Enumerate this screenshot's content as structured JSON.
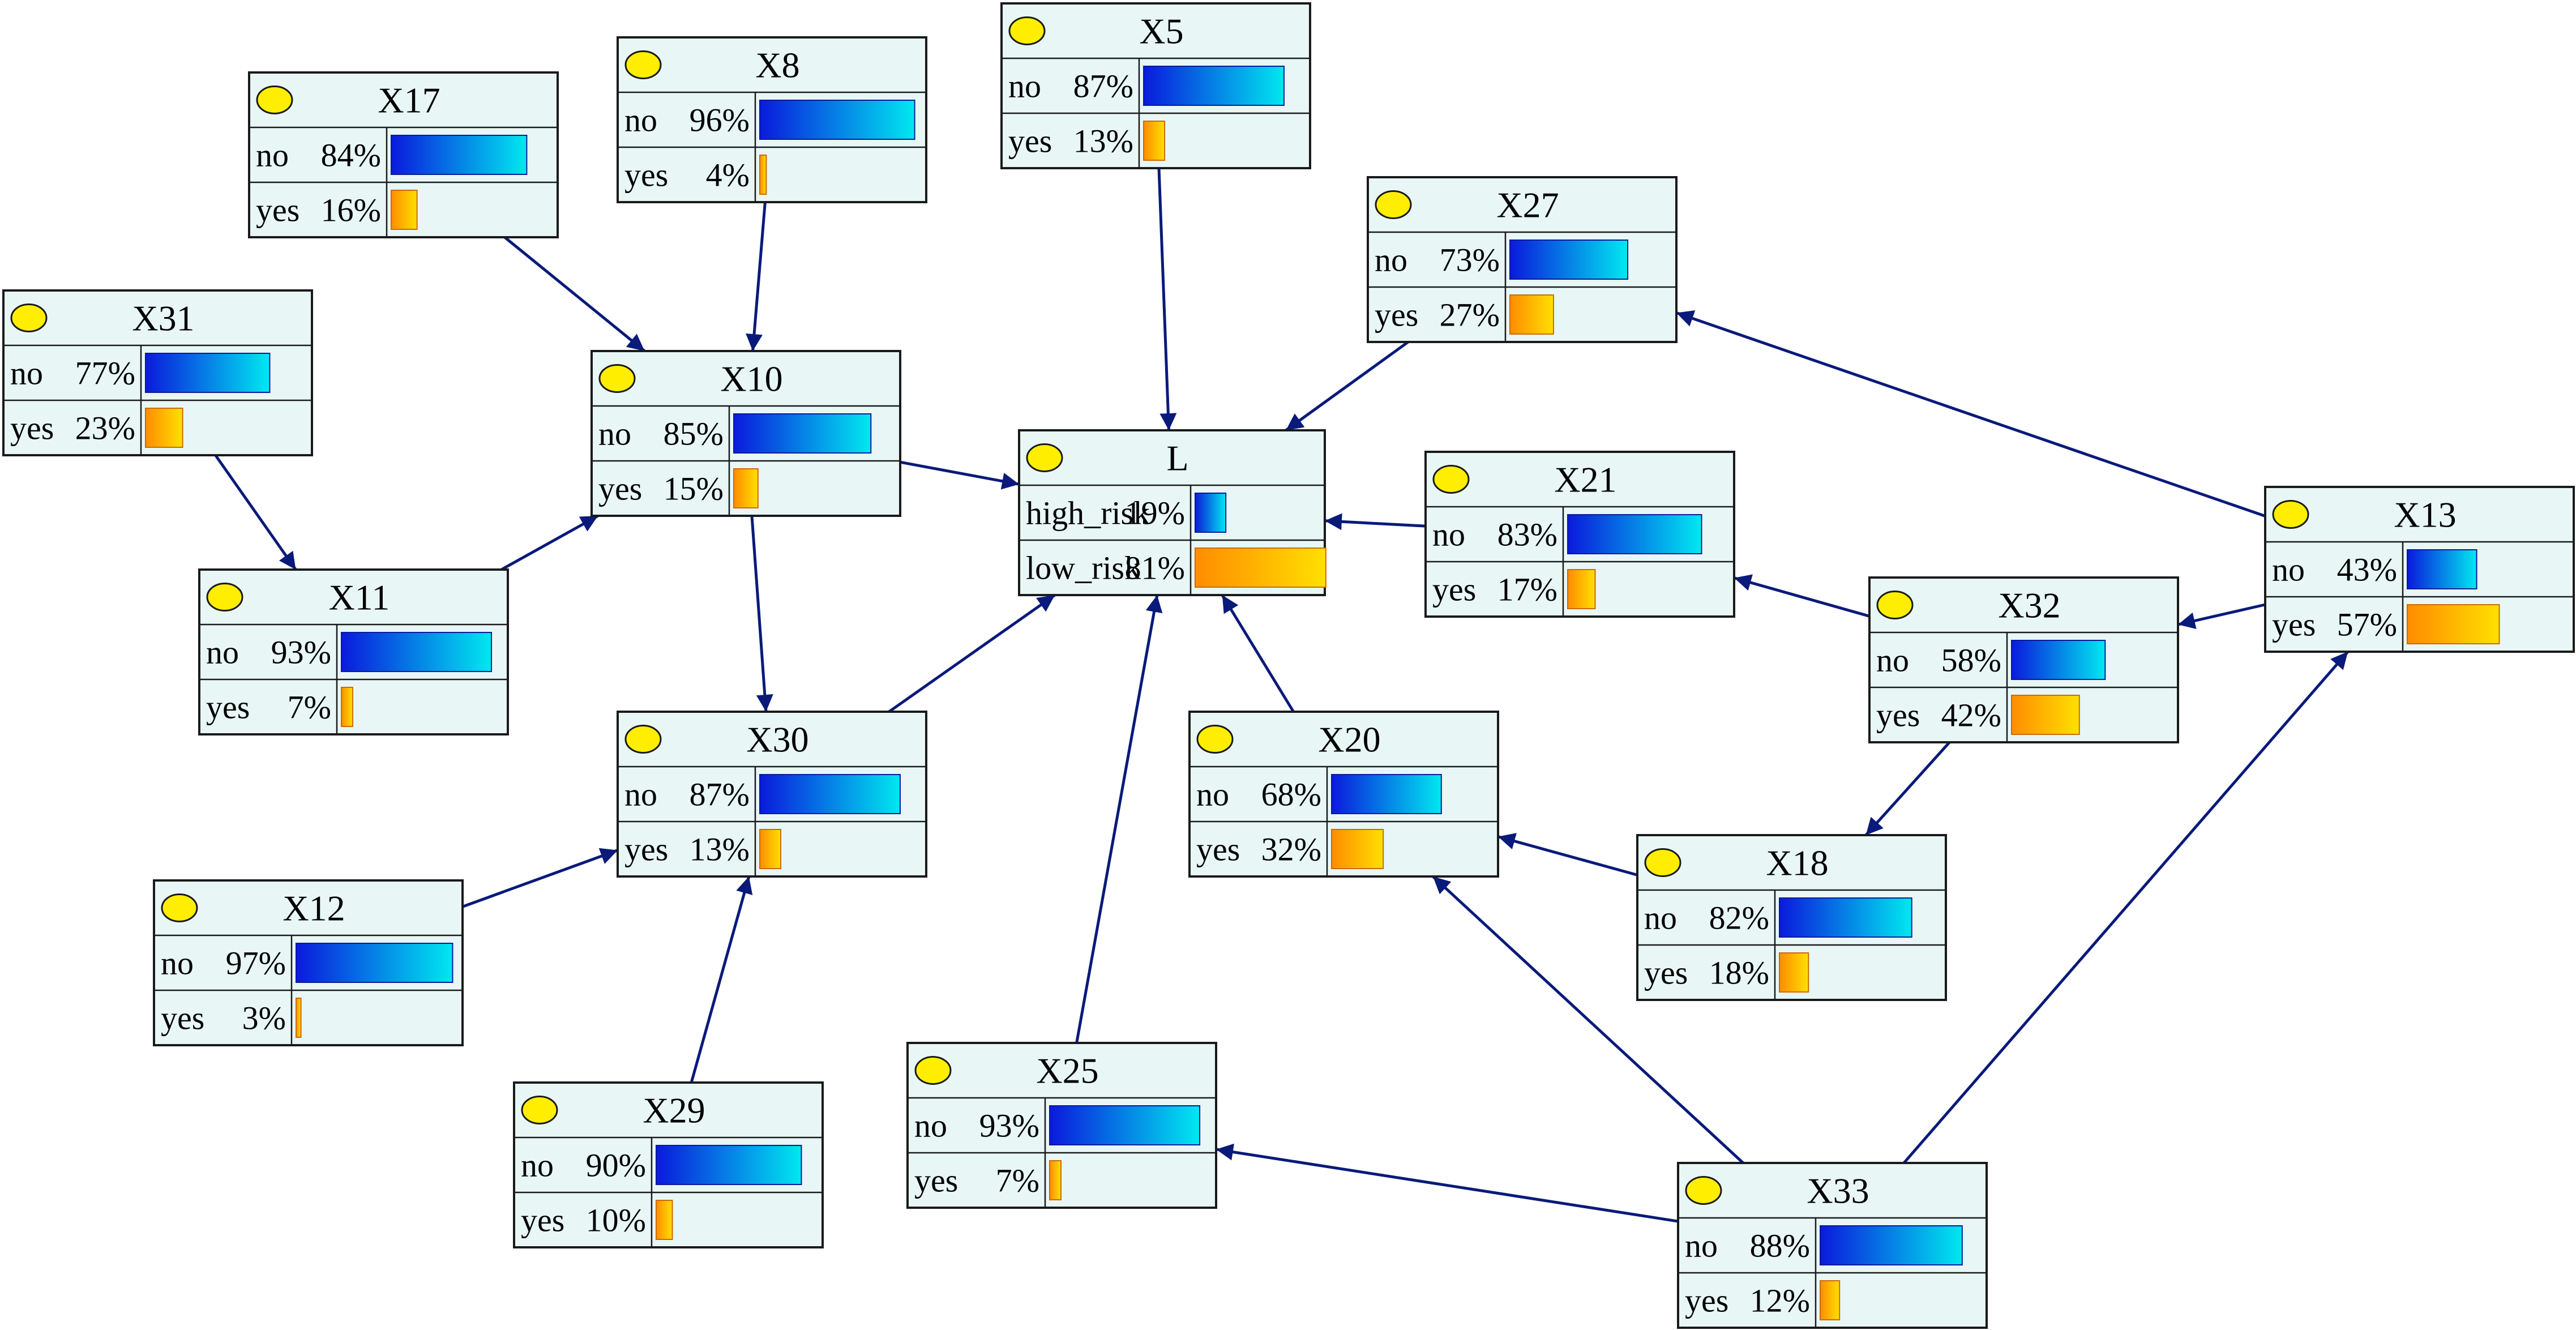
{
  "colors": {
    "edge": "#0a1a7a",
    "node_fill": "#e8f6f6",
    "indicator": "#ffee00",
    "bar_first_state": [
      "#0a1adc",
      "#00e8f0"
    ],
    "bar_second_state": [
      "#ff8c00",
      "#ffe000"
    ]
  },
  "nodes": [
    {
      "id": "X17",
      "title": "X17",
      "states": [
        {
          "label": "no",
          "pct": "84%",
          "value": 0.84
        },
        {
          "label": "yes",
          "pct": "16%",
          "value": 0.16
        }
      ]
    },
    {
      "id": "X8",
      "title": "X8",
      "states": [
        {
          "label": "no",
          "pct": "96%",
          "value": 0.96
        },
        {
          "label": "yes",
          "pct": "4%",
          "value": 0.04
        }
      ]
    },
    {
      "id": "X5",
      "title": "X5",
      "states": [
        {
          "label": "no",
          "pct": "87%",
          "value": 0.87
        },
        {
          "label": "yes",
          "pct": "13%",
          "value": 0.13
        }
      ]
    },
    {
      "id": "X27",
      "title": "X27",
      "states": [
        {
          "label": "no",
          "pct": "73%",
          "value": 0.73
        },
        {
          "label": "yes",
          "pct": "27%",
          "value": 0.27
        }
      ]
    },
    {
      "id": "X31",
      "title": "X31",
      "states": [
        {
          "label": "no",
          "pct": "77%",
          "value": 0.77
        },
        {
          "label": "yes",
          "pct": "23%",
          "value": 0.23
        }
      ]
    },
    {
      "id": "X10",
      "title": "X10",
      "states": [
        {
          "label": "no",
          "pct": "85%",
          "value": 0.85
        },
        {
          "label": "yes",
          "pct": "15%",
          "value": 0.15
        }
      ]
    },
    {
      "id": "L",
      "title": "L",
      "states": [
        {
          "label": "high_risk",
          "pct": "19%",
          "value": 0.19
        },
        {
          "label": "low_risk",
          "pct": "81%",
          "value": 0.81
        }
      ]
    },
    {
      "id": "X21",
      "title": "X21",
      "states": [
        {
          "label": "no",
          "pct": "83%",
          "value": 0.83
        },
        {
          "label": "yes",
          "pct": "17%",
          "value": 0.17
        }
      ]
    },
    {
      "id": "X13",
      "title": "X13",
      "states": [
        {
          "label": "no",
          "pct": "43%",
          "value": 0.43
        },
        {
          "label": "yes",
          "pct": "57%",
          "value": 0.57
        }
      ]
    },
    {
      "id": "X11",
      "title": "X11",
      "states": [
        {
          "label": "no",
          "pct": "93%",
          "value": 0.93
        },
        {
          "label": "yes",
          "pct": "7%",
          "value": 0.07
        }
      ]
    },
    {
      "id": "X32",
      "title": "X32",
      "states": [
        {
          "label": "no",
          "pct": "58%",
          "value": 0.58
        },
        {
          "label": "yes",
          "pct": "42%",
          "value": 0.42
        }
      ]
    },
    {
      "id": "X30",
      "title": "X30",
      "states": [
        {
          "label": "no",
          "pct": "87%",
          "value": 0.87
        },
        {
          "label": "yes",
          "pct": "13%",
          "value": 0.13
        }
      ]
    },
    {
      "id": "X20",
      "title": "X20",
      "states": [
        {
          "label": "no",
          "pct": "68%",
          "value": 0.68
        },
        {
          "label": "yes",
          "pct": "32%",
          "value": 0.32
        }
      ]
    },
    {
      "id": "X12",
      "title": "X12",
      "states": [
        {
          "label": "no",
          "pct": "97%",
          "value": 0.97
        },
        {
          "label": "yes",
          "pct": "3%",
          "value": 0.03
        }
      ]
    },
    {
      "id": "X18",
      "title": "X18",
      "states": [
        {
          "label": "no",
          "pct": "82%",
          "value": 0.82
        },
        {
          "label": "yes",
          "pct": "18%",
          "value": 0.18
        }
      ]
    },
    {
      "id": "X25",
      "title": "X25",
      "states": [
        {
          "label": "no",
          "pct": "93%",
          "value": 0.93
        },
        {
          "label": "yes",
          "pct": "7%",
          "value": 0.07
        }
      ]
    },
    {
      "id": "X29",
      "title": "X29",
      "states": [
        {
          "label": "no",
          "pct": "90%",
          "value": 0.9
        },
        {
          "label": "yes",
          "pct": "10%",
          "value": 0.1
        }
      ]
    },
    {
      "id": "X33",
      "title": "X33",
      "states": [
        {
          "label": "no",
          "pct": "88%",
          "value": 0.88
        },
        {
          "label": "yes",
          "pct": "12%",
          "value": 0.12
        }
      ]
    }
  ],
  "edges": [
    {
      "from": "X17",
      "to": "X10"
    },
    {
      "from": "X8",
      "to": "X10"
    },
    {
      "from": "X5",
      "to": "L"
    },
    {
      "from": "X27",
      "to": "L"
    },
    {
      "from": "X31",
      "to": "X11"
    },
    {
      "from": "X11",
      "to": "X10"
    },
    {
      "from": "X10",
      "to": "L"
    },
    {
      "from": "X10",
      "to": "X30"
    },
    {
      "from": "X21",
      "to": "L"
    },
    {
      "from": "X13",
      "to": "X27"
    },
    {
      "from": "X13",
      "to": "X32"
    },
    {
      "from": "X32",
      "to": "X21"
    },
    {
      "from": "X32",
      "to": "X18"
    },
    {
      "from": "X30",
      "to": "L"
    },
    {
      "from": "X20",
      "to": "L"
    },
    {
      "from": "X25",
      "to": "L"
    },
    {
      "from": "X18",
      "to": "X20"
    },
    {
      "from": "X12",
      "to": "X30"
    },
    {
      "from": "X29",
      "to": "X30"
    },
    {
      "from": "X33",
      "to": "X25"
    },
    {
      "from": "X33",
      "to": "X20"
    },
    {
      "from": "X33",
      "to": "X13"
    }
  ]
}
